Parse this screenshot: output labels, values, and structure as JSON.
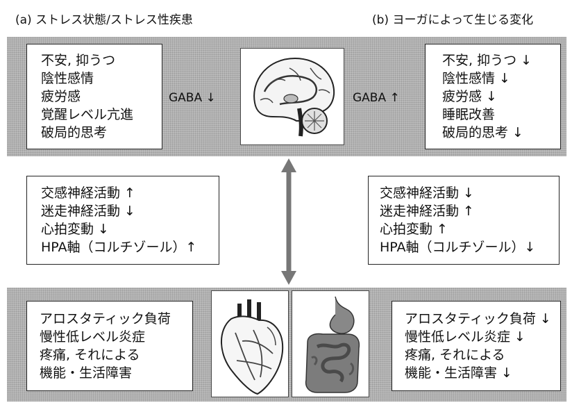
{
  "headers": {
    "left": "(a) ストレス状態/ストレス性疾患",
    "right": "(b) ヨーガによって生じる変化"
  },
  "top": {
    "left_items": [
      "不安, 抑うつ",
      "陰性感情",
      "疲労感",
      "覚醒レベル亢進",
      "破局的思考"
    ],
    "right_items": [
      "不安, 抑うつ ↓",
      "陰性感情 ↓",
      "疲労感 ↓",
      "睡眠改善",
      "破局的思考 ↓"
    ],
    "gaba_left": "GABA ↓",
    "gaba_right": "GABA ↑"
  },
  "middle": {
    "left_items": [
      "交感神経活動 ↑",
      "迷走神経活動 ↓",
      "心拍変動 ↓",
      "HPA軸（コルチゾール）↑"
    ],
    "right_items": [
      "交感神経活動 ↓",
      "迷走神経活動 ↑",
      "心拍変動 ↑",
      "HPA軸（コルチゾール）↓"
    ]
  },
  "bottom": {
    "left_items": [
      "アロスタティック負荷",
      "慢性低レベル炎症",
      "疼痛, それによる",
      "機能・生活障害"
    ],
    "right_items": [
      "アロスタティック負荷 ↓",
      "慢性低レベル炎症 ↓",
      "疼痛, それによる",
      "機能・生活障害 ↓"
    ]
  },
  "colors": {
    "band": "#bdbdbd",
    "arrow": "#777777",
    "box_border": "#222222"
  },
  "icons": [
    "brain-icon",
    "heart-icon",
    "digestive-tract-icon",
    "double-arrow-icon"
  ]
}
